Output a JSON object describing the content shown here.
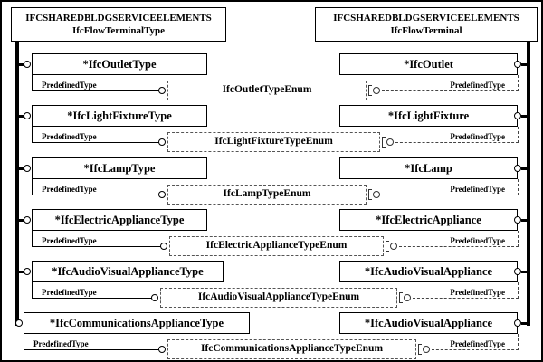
{
  "headers": {
    "left": {
      "line1": "IFCSHAREDBLDGSERVICEELEMENTS",
      "line2": "IfcFlowTerminalType"
    },
    "right": {
      "line1": "IFCSHAREDBLDGSERVICEELEMENTS",
      "line2": "IfcFlowTerminal"
    }
  },
  "labels": {
    "predefined_type": "PredefinedType"
  },
  "rows": [
    {
      "left": "*IfcOutletType",
      "enum": "IfcOutletTypeEnum",
      "right": "*IfcOutlet"
    },
    {
      "left": "*IfcLightFixtureType",
      "enum": "IfcLightFixtureTypeEnum",
      "right": "*IfcLightFixture"
    },
    {
      "left": "*IfcLampType",
      "enum": "IfcLampTypeEnum",
      "right": "*IfcLamp"
    },
    {
      "left": "*IfcElectricApplianceType",
      "enum": "IfcElectricApplianceTypeEnum",
      "right": "*IfcElectricAppliance"
    },
    {
      "left": "*IfcAudioVisualApplianceType",
      "enum": "IfcAudioVisualApplianceTypeEnum",
      "right": "*IfcAudioVisualAppliance"
    },
    {
      "left": "*IfcCommunicationsApplianceType",
      "enum": "IfcCommunicationsApplianceTypeEnum",
      "right": "*IfcAudioVisualAppliance"
    }
  ],
  "colors": {
    "line": "#000000",
    "dashed": "#555555",
    "background": "#ffffff"
  }
}
